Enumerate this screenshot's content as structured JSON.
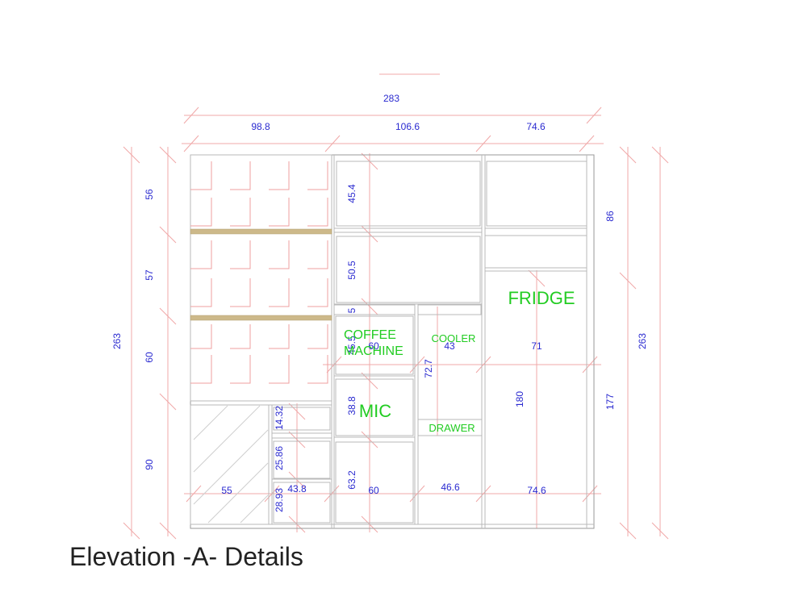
{
  "caption": "Elevation -A- Details",
  "dimensions": {
    "overall_width": "283",
    "width_left": "98.8",
    "width_middle": "106.6",
    "width_right": "74.6",
    "height_left_total": "263",
    "height_right_total": "263",
    "left_56": "56",
    "left_57": "57",
    "left_60": "60",
    "left_90": "90",
    "mid_45_4": "45.4",
    "mid_50_5": "50.5",
    "mid_5": "5",
    "mid_45_5": "45.5",
    "coffee_width": "60",
    "cooler_width": "43",
    "cooler_height": "72.7",
    "mic_height": "38.8",
    "lower_height": "63.2",
    "lower_width": "60",
    "drawer_width": "46.6",
    "fridge_width": "71",
    "fridge_height": "180",
    "right_86": "86",
    "right_177": "177",
    "right_bottom_width": "74.6",
    "hatched_width": "55",
    "drawer_stack_width": "43.8",
    "drawer_14_32": "14.32",
    "drawer_25_86": "25.86",
    "drawer_28_93": "28.93"
  },
  "labels": {
    "fridge": "FRIDGE",
    "coffee_1": "COFFEE",
    "coffee_2": "MACHINE",
    "cooler": "COOLER",
    "mic": "MIC",
    "drawer": "DRAWER"
  },
  "colors": {
    "dimension_text": "#2a2ad0",
    "label_text": "#22cc22",
    "dimension_lines": "#f0a8a8",
    "outline": "#9a9a9a",
    "shelf": "#cdb98a"
  }
}
